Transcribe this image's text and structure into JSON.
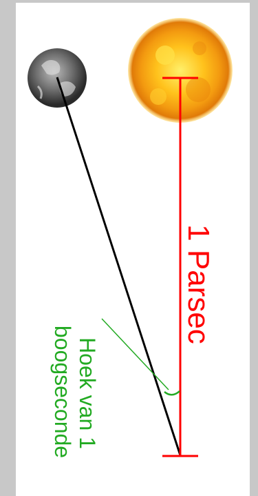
{
  "distance_label": "1 Parsec",
  "angle_label_line1": "Hoek van 1",
  "angle_label_line2": "boogseconde",
  "colors": {
    "page_background": "#c8c8c8",
    "panel_background": "#ffffff",
    "distance": "#ff0000",
    "angle": "#22aa22",
    "sightline": "#000000"
  },
  "icons": {
    "earth": "earth-icon",
    "sun": "sun-icon"
  }
}
